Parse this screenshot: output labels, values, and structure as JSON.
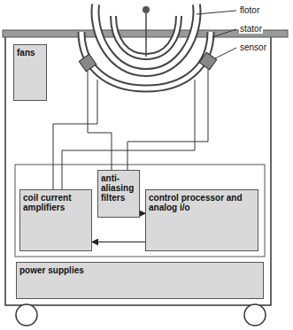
{
  "diagram": {
    "nodes": [
      {
        "text": [
          "fans"
        ]
      },
      {
        "text": [
          "coil current amplifiers"
        ]
      },
      {
        "text": [
          "anti-aliasing filters"
        ]
      },
      {
        "text": [
          "control processor and analog i/o"
        ]
      },
      {
        "text": [
          "power supplies"
        ]
      }
    ],
    "edges": [
      {
        "from": 2,
        "to": 3,
        "arrow": "to"
      },
      {
        "from": 3,
        "to": 1,
        "arrow": "to"
      }
    ],
    "labels": [
      "flotor",
      "stator",
      "sensor"
    ]
  }
}
